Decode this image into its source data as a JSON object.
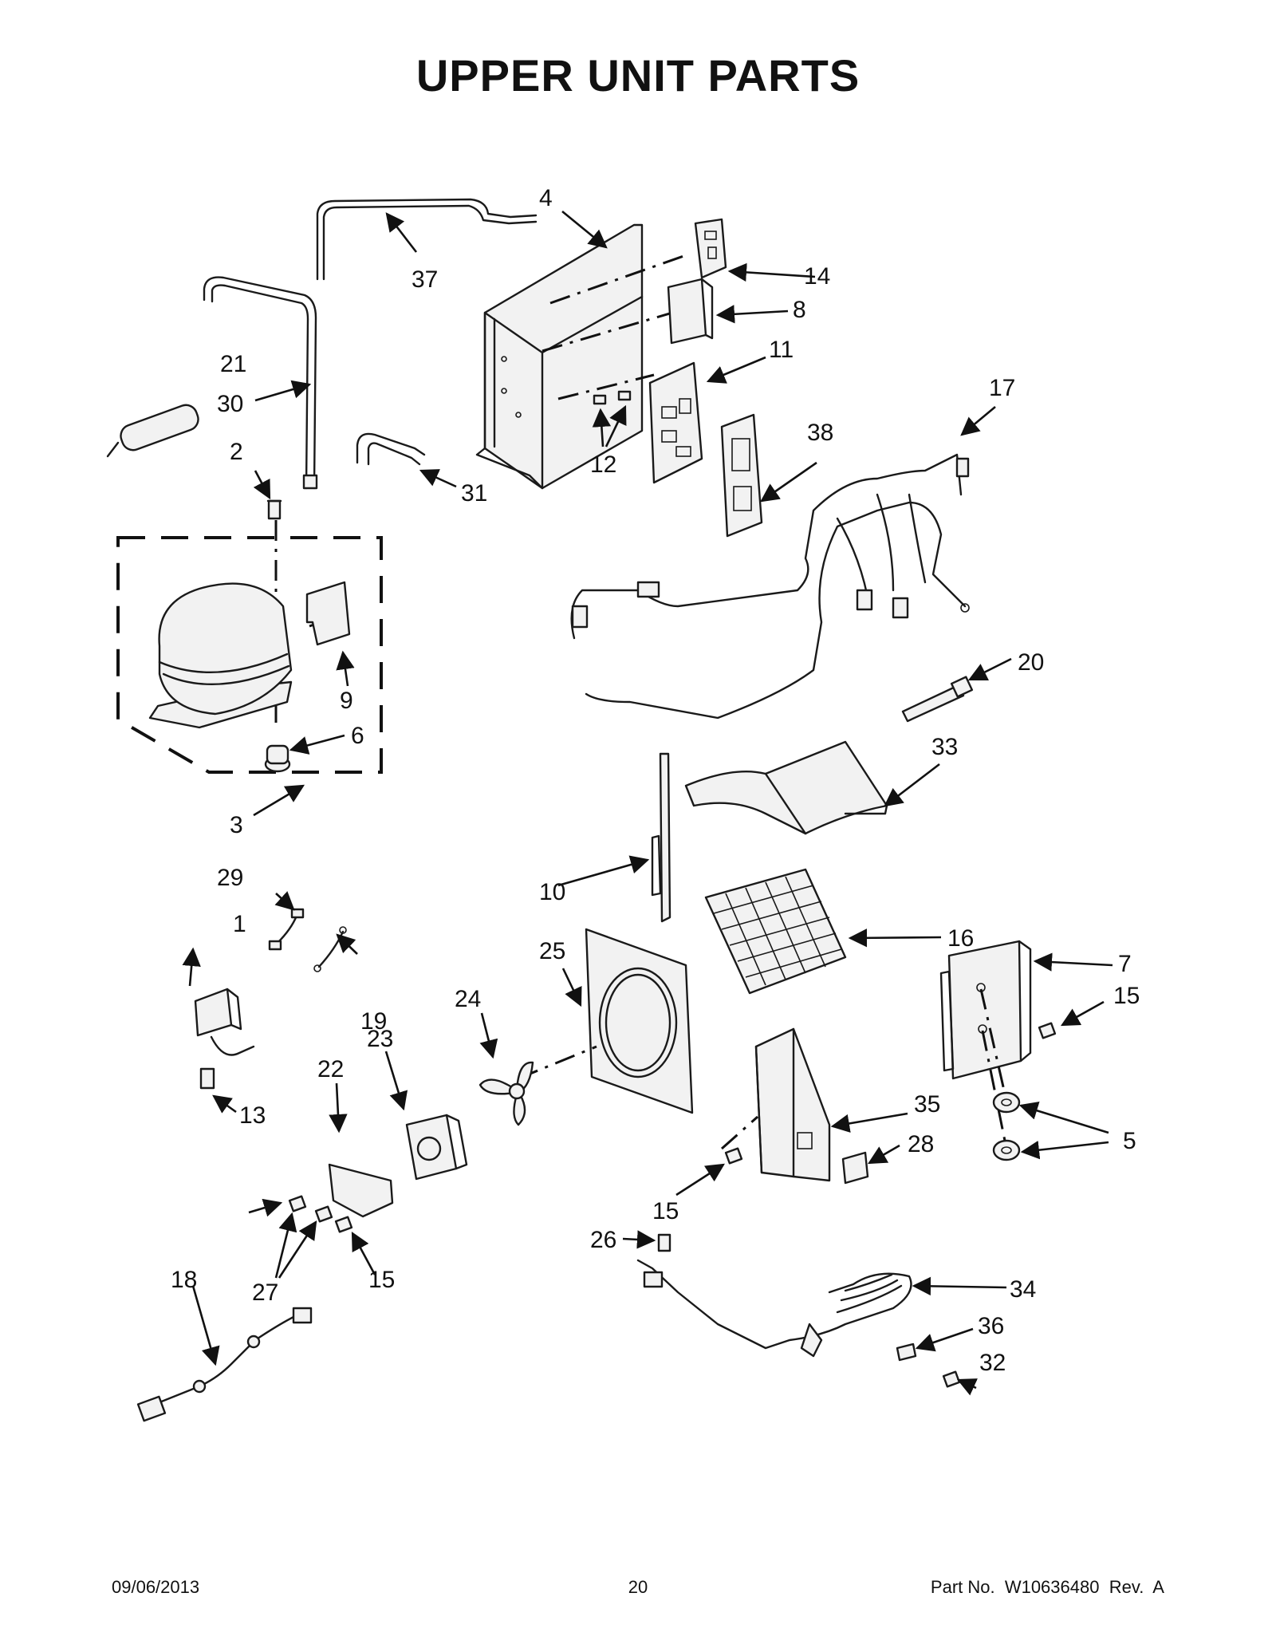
{
  "title": "UPPER UNIT PARTS",
  "callouts": [
    {
      "n": "1"
    },
    {
      "n": "2"
    },
    {
      "n": "3"
    },
    {
      "n": "4"
    },
    {
      "n": "5"
    },
    {
      "n": "6"
    },
    {
      "n": "7"
    },
    {
      "n": "8"
    },
    {
      "n": "9"
    },
    {
      "n": "10"
    },
    {
      "n": "11"
    },
    {
      "n": "12"
    },
    {
      "n": "13"
    },
    {
      "n": "14"
    },
    {
      "n": "15"
    },
    {
      "n": "15"
    },
    {
      "n": "15"
    },
    {
      "n": "16"
    },
    {
      "n": "17"
    },
    {
      "n": "18"
    },
    {
      "n": "19"
    },
    {
      "n": "20"
    },
    {
      "n": "21"
    },
    {
      "n": "22"
    },
    {
      "n": "23"
    },
    {
      "n": "24"
    },
    {
      "n": "25"
    },
    {
      "n": "26"
    },
    {
      "n": "27"
    },
    {
      "n": "28"
    },
    {
      "n": "29"
    },
    {
      "n": "30"
    },
    {
      "n": "31"
    },
    {
      "n": "32"
    },
    {
      "n": "33"
    },
    {
      "n": "34"
    },
    {
      "n": "35"
    },
    {
      "n": "36"
    },
    {
      "n": "37"
    },
    {
      "n": "38"
    }
  ],
  "footer": {
    "date": "09/06/2013",
    "page": "20",
    "part_number": "Part No.  W10636480  Rev.  A"
  }
}
